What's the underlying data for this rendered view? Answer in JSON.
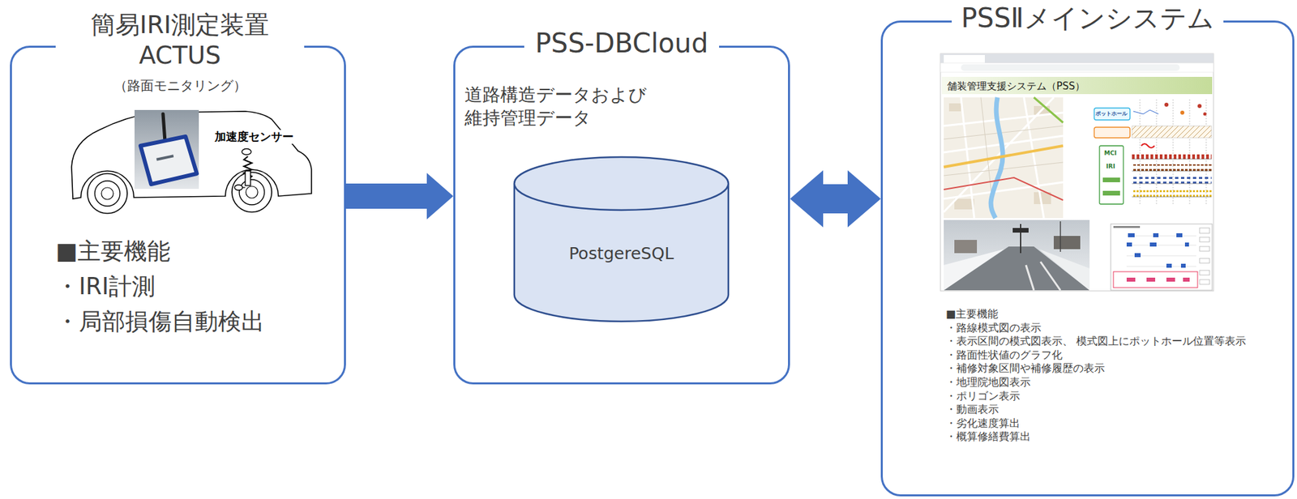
{
  "diagram": {
    "nodes": [
      {
        "text": [
          "簡易IRI測定装置 ACTUS",
          "（路面モニタリング）",
          "■主要機能",
          "・IRI計測",
          "・局部損傷自動検出"
        ]
      },
      {
        "text": [
          "PSS-DBCloud",
          "道路構造データおよび 維持管理データ"
        ]
      },
      {
        "text": [
          "PostgereSQL"
        ],
        "in": 1
      },
      {
        "text": [
          "PSSⅡメインシステム",
          "■主要機能",
          "・路線模式図の表示",
          "・表示区間の模式図表示、 模式図上にポットホール位置等表示",
          "・路面性状値のグラフ化",
          "・補修対象区間や補修履歴の表示",
          "・地理院地図表示",
          "・ポリゴン表示",
          "・動画表示",
          "・劣化速度算出",
          "・概算修繕費算出"
        ]
      }
    ],
    "edges": [
      {
        "from": 0,
        "to": 1,
        "arrow": "to"
      },
      {
        "from": 1,
        "to": 3,
        "arrow": "both"
      }
    ],
    "labels": [
      "加速度センサー",
      "舗装管理支援システム（PSS）",
      "ポットホール",
      "MCI",
      "IRI"
    ]
  }
}
